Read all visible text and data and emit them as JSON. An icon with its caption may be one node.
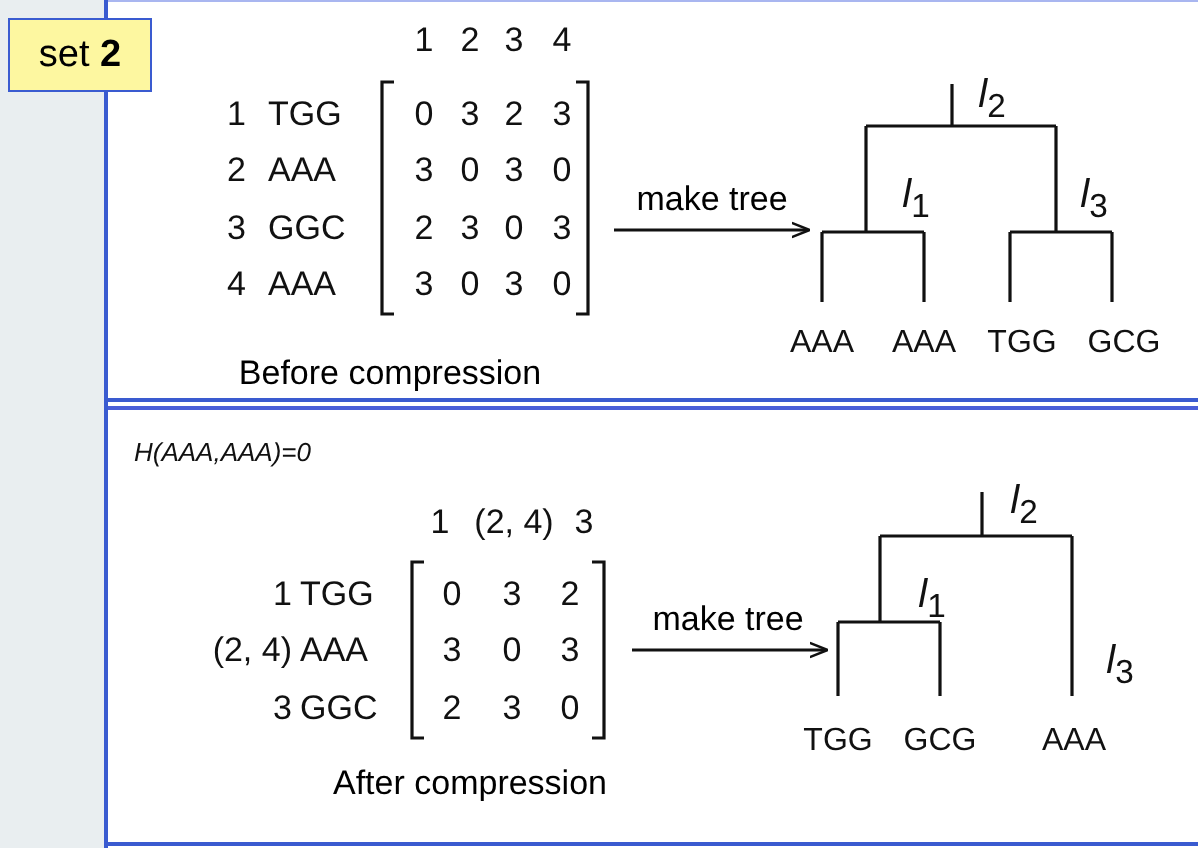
{
  "diagram": {
    "nodes": [
      {
        "text": [],
        "shape": "bar"
      },
      {
        "text": [
          "set **2**"
        ]
      },
      {
        "text": [
          "Before compression"
        ]
      },
      {
        "text": [
          "After compression"
        ]
      },
      {
        "text": [],
        "shape": "picture",
        "in": 2
      },
      {
        "text": [],
        "shape": "picture",
        "in": 3
      }
    ],
    "edges": [
      {
        "from": null,
        "to": 4,
        "arrow": "to",
        "label": "make tree"
      },
      {
        "from": null,
        "to": 5,
        "arrow": "to",
        "label": "make tree"
      }
    ],
    "labels": [
      "1",
      "2",
      "3",
      "4",
      "1",
      "TGG",
      "0",
      "3",
      "2",
      "3",
      "2",
      "AAA",
      "3",
      "0",
      "3",
      "0",
      "3",
      "GGC",
      "2",
      "3",
      "0",
      "3",
      "4",
      "AAA",
      "3",
      "0",
      "3",
      "0",
      "*l*$_{2}$",
      "*l*$_{1}$",
      "*l*$_{3}$",
      "AAA",
      "AAA",
      "TGG",
      "GCG",
      "H(AAA,AAA)=0",
      "1",
      "(2, 4)",
      "3",
      "1",
      "TGG",
      "0",
      "3",
      "2",
      "(2, 4)",
      "AAA",
      "3",
      "0",
      "3",
      "3",
      "GGC",
      "2",
      "3",
      "0",
      "*l*$_{2}$",
      "*l*$_{1}$",
      "*l*$_{3}$",
      "TGG",
      "GCG",
      "AAA"
    ]
  }
}
